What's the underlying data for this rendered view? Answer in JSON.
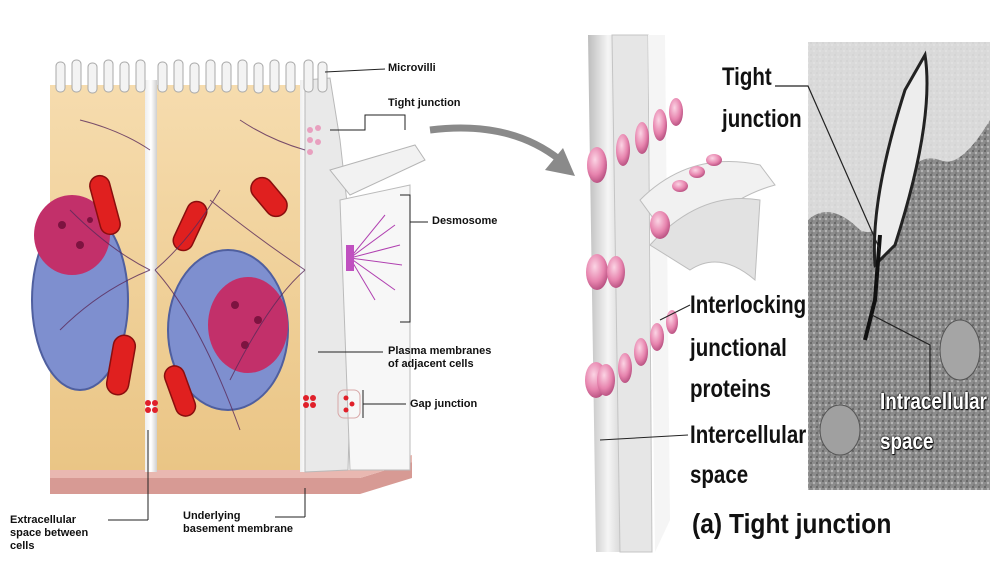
{
  "left_panel": {
    "labels": {
      "microvilli": "Microvilli",
      "tight_junction": "Tight junction",
      "desmosome": "Desmosome",
      "plasma_membranes_1": "Plasma membranes",
      "plasma_membranes_2": "of adjacent cells",
      "gap_junction": "Gap junction",
      "extracellular_1": "Extracellular",
      "extracellular_2": "space between",
      "extracellular_3": "cells",
      "basement_1": "Underlying",
      "basement_2": "basement membrane"
    }
  },
  "right_panel": {
    "labels": {
      "tight_junction_1": "Tight",
      "tight_junction_2": "junction",
      "interlocking_1": "Interlocking",
      "interlocking_2": "junctional",
      "interlocking_3": "proteins",
      "intercellular_1": "Intercellular",
      "intercellular_2": "space",
      "micro_intracellular_1": "Intracellular",
      "micro_intracellular_2": "space"
    },
    "caption": "(a) Tight junction"
  },
  "colors": {
    "cytoplasm": "#f2d29a",
    "membrane": "#dcdcdc",
    "nucleus_blue": "#7e8fcf",
    "nucleus_pink": "#c2306a",
    "mitochondria": "#e0201f",
    "basement": "#d79a94",
    "junction_pink": "#e68ab0",
    "micrograph": "#8a8a8a"
  }
}
